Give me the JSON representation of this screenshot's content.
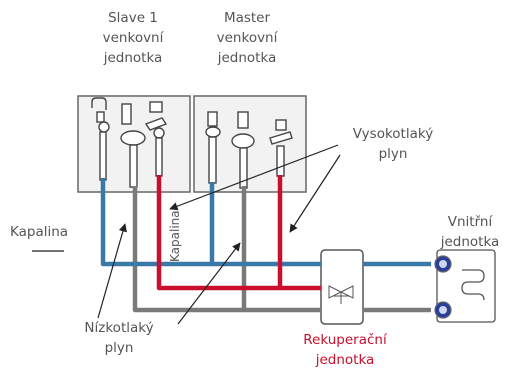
{
  "colors": {
    "liquid": "#3a78a8",
    "high_pressure_gas": "#c8102e",
    "low_pressure_gas": "#7a7a7a",
    "label_text": "#555555",
    "recovery_label": "#c8102e"
  },
  "labels": {
    "slave_unit": [
      "Slave 1",
      "venkovní",
      "jednotka"
    ],
    "master_unit": [
      "Master",
      "venkovní",
      "jednotka"
    ],
    "high_pressure_gas": [
      "Vysokotlaký",
      "plyn"
    ],
    "liquid_left": "Kapalina",
    "liquid_vertical": "Kapalina",
    "indoor_unit": [
      "Vnitřní",
      "jednotka"
    ],
    "low_pressure_gas": [
      "Nízkotlaký",
      "plyn"
    ],
    "recovery_unit": [
      "Rekuperační",
      "jednotka"
    ]
  }
}
